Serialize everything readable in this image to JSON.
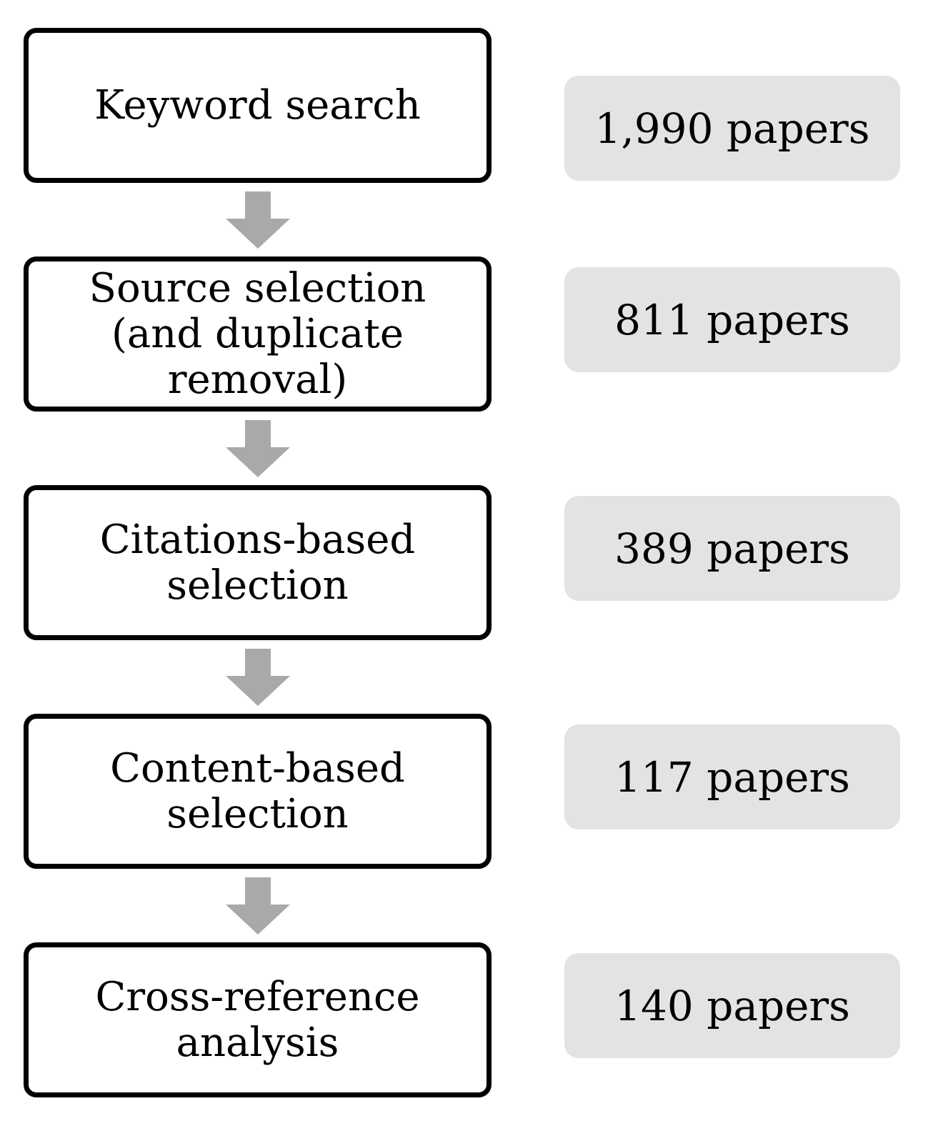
{
  "steps": [
    {
      "label": "Keyword search",
      "count": "1,990 papers"
    },
    {
      "label": "Source selection (and duplicate removal)",
      "count": "811 papers"
    },
    {
      "label": "Citations-based selection",
      "count": "389 papers"
    },
    {
      "label": "Content-based selection",
      "count": "117 papers"
    },
    {
      "label": "Cross-reference analysis",
      "count": "140 papers"
    }
  ],
  "colors": {
    "box_border": "#000000",
    "count_fill": "#e3e3e3",
    "arrow_fill": "#a9a9a9"
  }
}
